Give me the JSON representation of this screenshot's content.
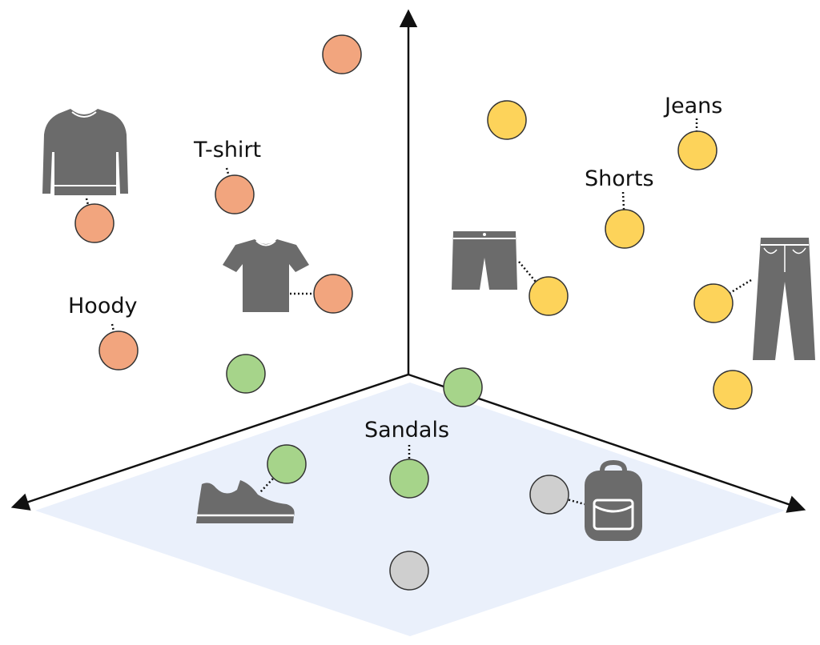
{
  "labels": {
    "hoody": "Hoody",
    "tshirt": "T-shirt",
    "jeans": "Jeans",
    "shorts": "Shorts",
    "sandals": "Sandals"
  },
  "colors": {
    "tops": "#f2a57e",
    "bottoms": "#fdd35a",
    "footwear": "#a6d48a",
    "accessories": "#cfcfcf",
    "icon": "#6b6b6b",
    "plane": "#eaf0fb",
    "axis": "#111111"
  },
  "icons": [
    "sweatshirt-icon",
    "tshirt-icon",
    "shorts-icon",
    "jeans-icon",
    "sneaker-icon",
    "backpack-icon"
  ]
}
